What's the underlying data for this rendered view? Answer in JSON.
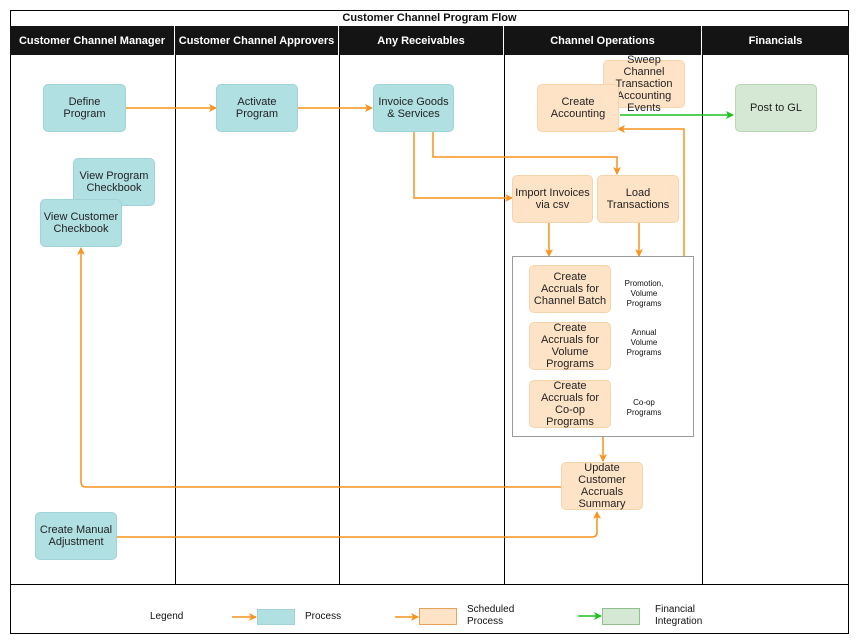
{
  "title": "Customer Channel Program Flow",
  "lanes": [
    "Customer Channel Manager",
    "Customer Channel Approvers",
    "Any Receivables",
    "Channel Operations",
    "Financials"
  ],
  "nodes": {
    "define_program": "Define Program",
    "activate_program": "Activate Program",
    "invoice_goods": "Invoice Goods & Services",
    "create_accounting": "Create Accounting",
    "sweep_events": "Sweep Channel Transaction Accounting Events",
    "post_gl": "Post to GL",
    "view_program_checkbook": "View Program Checkbook",
    "view_customer_checkbook": "View Customer Checkbook",
    "import_invoices": "Import Invoices via csv",
    "load_transactions": "Load Transactions",
    "accruals_channel_batch": "Create Accruals for Channel Batch",
    "accruals_volume": "Create Accruals for Volume Programs",
    "accruals_coop": "Create Accruals for Co-op Programs",
    "update_summary": "Update Customer Accruals Summary",
    "manual_adjustment": "Create Manual Adjustment"
  },
  "notes": {
    "channel_batch": "Promotion, Volume Programs",
    "volume": "Annual Volume Programs",
    "coop": "Co-op Programs"
  },
  "legend": {
    "label": "Legend",
    "process": "Process",
    "scheduled": "Scheduled Process",
    "financial": "Financial Integration"
  },
  "colors": {
    "process_fill": "#b1e0e3",
    "scheduled_fill": "#ffe3c6",
    "financial_fill": "#d5e8d4",
    "orange_arrow": "#f7931e",
    "green_arrow": "#1fc01f",
    "header_bg": "#141414"
  }
}
